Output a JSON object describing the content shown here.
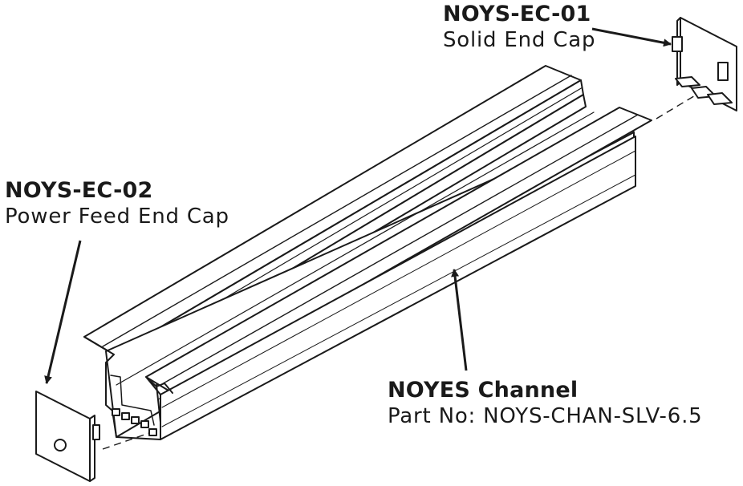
{
  "callouts": {
    "solid_end_cap": {
      "part_number": "NOYS-EC-01",
      "description": "Solid End Cap"
    },
    "power_feed_end_cap": {
      "part_number": "NOYS-EC-02",
      "description": "Power Feed End Cap"
    },
    "channel": {
      "name": "NOYES Channel",
      "description": "Part No: NOYS-CHAN-SLV-6.5"
    }
  },
  "colors": {
    "line": "#1a1a1a",
    "fill": "#ffffff"
  }
}
